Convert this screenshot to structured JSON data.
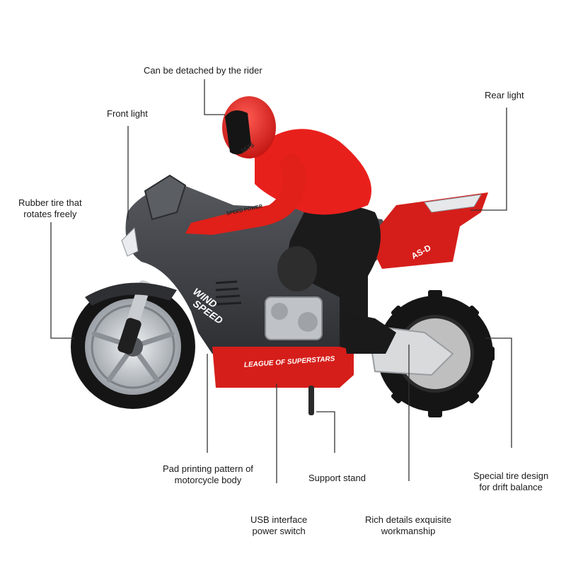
{
  "labels": {
    "detached": "Can be detached by the rider",
    "front_light": "Front light",
    "rear_light": "Rear light",
    "rubber_tire_1": "Rubber tire that",
    "rubber_tire_2": "rotates freely",
    "pad_printing_1": "Pad printing pattern of",
    "pad_printing_2": "motorcycle body",
    "support_stand": "Support stand",
    "usb_1": "USB interface",
    "usb_2": "power switch",
    "rich_details_1": "Rich details exquisite",
    "rich_details_2": "workmanship",
    "special_tire_1": "Special tire design",
    "special_tire_2": "for drift balance"
  },
  "decals": {
    "wind": "WIND",
    "speed": "SPEED",
    "league": "LEAGUE OF SUPERSTARS",
    "tail_badge": "AS-D",
    "helmet_number": "1675",
    "arm_text": "SPEED POWER"
  },
  "colors": {
    "rider_red": "#e8201c",
    "body_dark": "#3c3e42",
    "tire_black": "#151515",
    "rim_silver": "#c8ccd0"
  }
}
